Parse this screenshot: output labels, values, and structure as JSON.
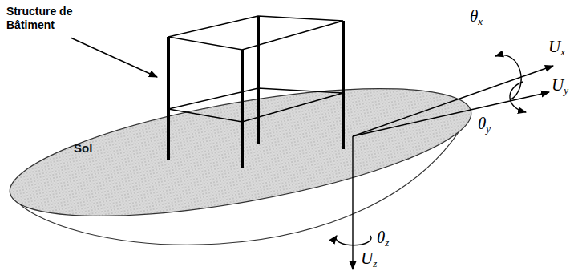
{
  "diagram": {
    "nodes": [
      {
        "text": [
          "Sol"
        ]
      }
    ],
    "labels": [
      "Structure de Bâtiment",
      "θx",
      "Ux",
      "Uy",
      "θy",
      "θz",
      "Uz"
    ]
  }
}
